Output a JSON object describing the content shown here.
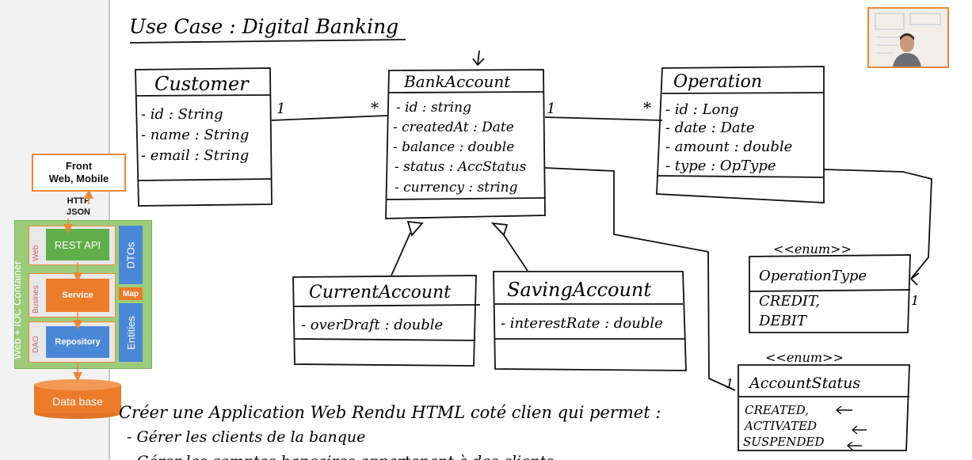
{
  "title": "Use Case : Digital Banking",
  "classes": {
    "customer": {
      "name": "Customer",
      "attrs": [
        "- id : String",
        "- name : String",
        "- email : String"
      ]
    },
    "bank_account": {
      "name": "BankAccount",
      "attrs": [
        "- id : string",
        "- createdAt : Date",
        "- balance : double",
        "- status : AccStatus",
        "- currency : string"
      ]
    },
    "operation": {
      "name": "Operation",
      "attrs": [
        "- id : Long",
        "- date : Date",
        "- amount : double",
        "- type : OpType"
      ]
    },
    "current_account": {
      "name": "CurrentAccount",
      "attrs": [
        "- overDraft : double"
      ]
    },
    "saving_account": {
      "name": "SavingAccount",
      "attrs": [
        "- interestRate : double"
      ]
    },
    "operation_type": {
      "stereotype": "<<enum>>",
      "name": "OperationType",
      "values": [
        "CREDIT,",
        "DEBIT"
      ]
    },
    "account_status": {
      "stereotype": "<<enum>>",
      "name": "AccountStatus",
      "values": [
        "CREATED,",
        "ACTIVATED",
        "SUSPENDED"
      ]
    }
  },
  "multiplicities": {
    "cust_one": "1",
    "acc_many": "*",
    "acc_one": "1",
    "op_many": "*",
    "optype_one": "1",
    "status_one": "1"
  },
  "architecture": {
    "front_line1": "Front",
    "front_line2": "Web, Mobile",
    "http": "HTTP",
    "json": "JSON",
    "container": "Web + IOC Container",
    "layer_web": "Web",
    "layer_business": "Busines",
    "layer_dao": "DAO",
    "rest_api": "REST API",
    "service": "Service",
    "repository": "Repository",
    "dtos": "DTOs",
    "map": "Map",
    "entities": "Entities",
    "database": "Data base"
  },
  "notes": {
    "line1": "Créer une Application Web Rendu HTML coté clien qui permet :",
    "line2": "- Gérer les clients de la banque",
    "line3": "- Gérer les comptes bancaires appartenant à des clients"
  },
  "colors": {
    "orange": "#e8893a",
    "green": "#9ccc7a",
    "blue": "#4a88d6",
    "rest_green": "#5fae4a",
    "service_orange": "#ec7b2a"
  }
}
